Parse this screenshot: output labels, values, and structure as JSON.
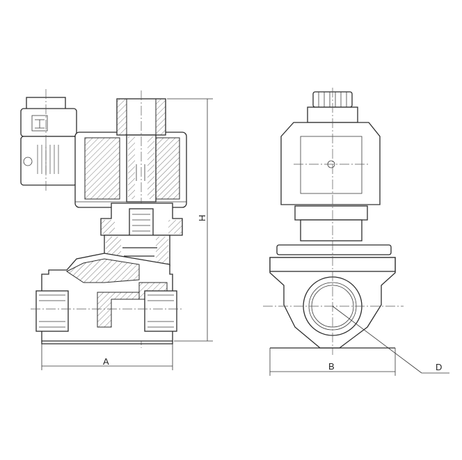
{
  "diagram": {
    "dimension_labels": {
      "height": "H",
      "width_front": "A",
      "width_side": "B",
      "port": "D"
    },
    "connector_mark": "H"
  }
}
